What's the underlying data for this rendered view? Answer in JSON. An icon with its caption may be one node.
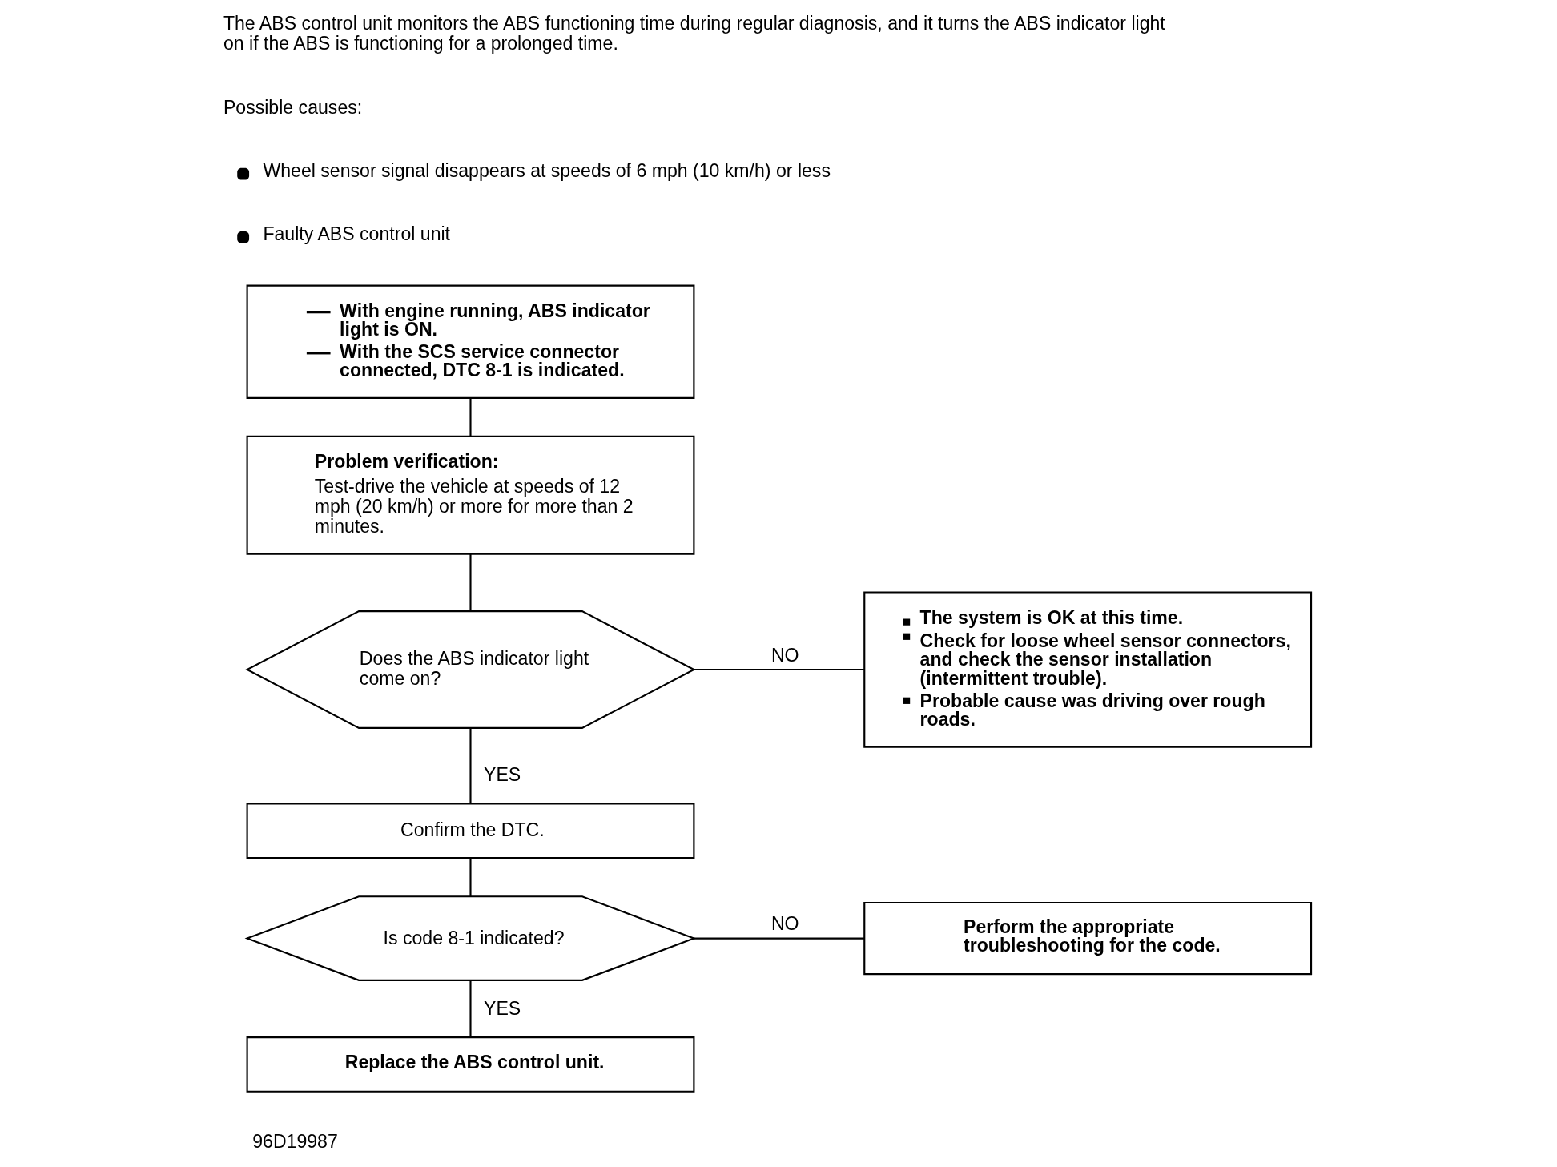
{
  "diagram": {
    "nodes": [
      {
        "text": [
          "With engine running, ABS indicator light is ON.",
          "With the SCS service connector connected, DTC 8-1 is indicated."
        ]
      },
      {
        "text": [
          "Problem verification:",
          "Test-drive the vehicle at speeds of 12 mph (20 km/h) or more for more than 2 minutes."
        ]
      },
      {
        "text": [
          "Does the ABS indicator light come on?"
        ]
      },
      {
        "text": [
          "The system is OK at this time.",
          "Check for loose wheel sensor connectors, and check the sensor installation (intermittent trouble).",
          "Probable cause was driving over rough roads."
        ]
      },
      {
        "text": [
          "Confirm the DTC."
        ]
      },
      {
        "text": [
          "Is code 8-1 indicated?"
        ]
      },
      {
        "text": [
          "Perform the appropriate troubleshooting for the code."
        ]
      },
      {
        "text": [
          "Replace the ABS control unit."
        ]
      }
    ],
    "edges": [
      {
        "from": 0,
        "to": 1,
        "arrow": "none"
      },
      {
        "from": 1,
        "to": 2,
        "arrow": "none"
      },
      {
        "from": 2,
        "to": 3,
        "arrow": "none",
        "label": "NO"
      },
      {
        "from": 2,
        "to": 4,
        "arrow": "none",
        "label": "YES"
      },
      {
        "from": 4,
        "to": 5,
        "arrow": "none"
      },
      {
        "from": 5,
        "to": 6,
        "arrow": "none",
        "label": "NO"
      },
      {
        "from": 5,
        "to": 7,
        "arrow": "none",
        "label": "YES"
      }
    ],
    "labels": [
      "The ABS control unit monitors the ABS functioning time during regular diagnosis, and it turns the ABS indicator light on if the ABS is functioning for a prolonged time.",
      "Possible causes:",
      "Wheel sensor signal disappears at speeds of 6 mph (10 km/h) or less",
      "Faulty ABS control unit",
      "96D19987"
    ]
  }
}
